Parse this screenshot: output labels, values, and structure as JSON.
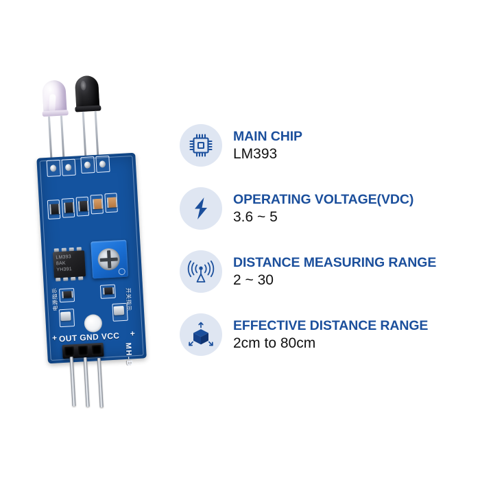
{
  "page": {
    "background_color": "#ffffff",
    "accent_color": "#1b4f9c",
    "icon_circle_color": "#dfe6f2",
    "value_color": "#111111"
  },
  "product": {
    "board_name": "MH-B",
    "board_color": "#14539f",
    "chip_marking_line1": "LM393",
    "chip_marking_line2": "8AK",
    "chip_marking_line3": "YH391",
    "pin_labels": "OUT GND VCC",
    "polarity_left": "+",
    "polarity_right": "+",
    "silk_left_cn": "电源指示",
    "silk_right_cn": "开关指示",
    "components": {
      "emitter_led": "ir-emitter-led",
      "receiver_led": "ir-receiver-photodiode",
      "comparator": "lm393-comparator-ic",
      "potentiometer": "sensitivity-potentiometer",
      "mounting_hole": "mounting-hole",
      "pin_header": "3-pin-header"
    }
  },
  "specs": [
    {
      "icon": "chip-icon",
      "title": "MAIN CHIP",
      "value": "LM393"
    },
    {
      "icon": "lightning-bolt-icon",
      "title": "OPERATING VOLTAGE(VDC)",
      "value": "3.6 ~ 5"
    },
    {
      "icon": "signal-antenna-icon",
      "title": "DISTANCE MEASURING RANGE",
      "value": "2 ~ 30"
    },
    {
      "icon": "cube-3d-icon",
      "title": "EFFECTIVE DISTANCE RANGE",
      "value": "2cm to 80cm"
    }
  ]
}
